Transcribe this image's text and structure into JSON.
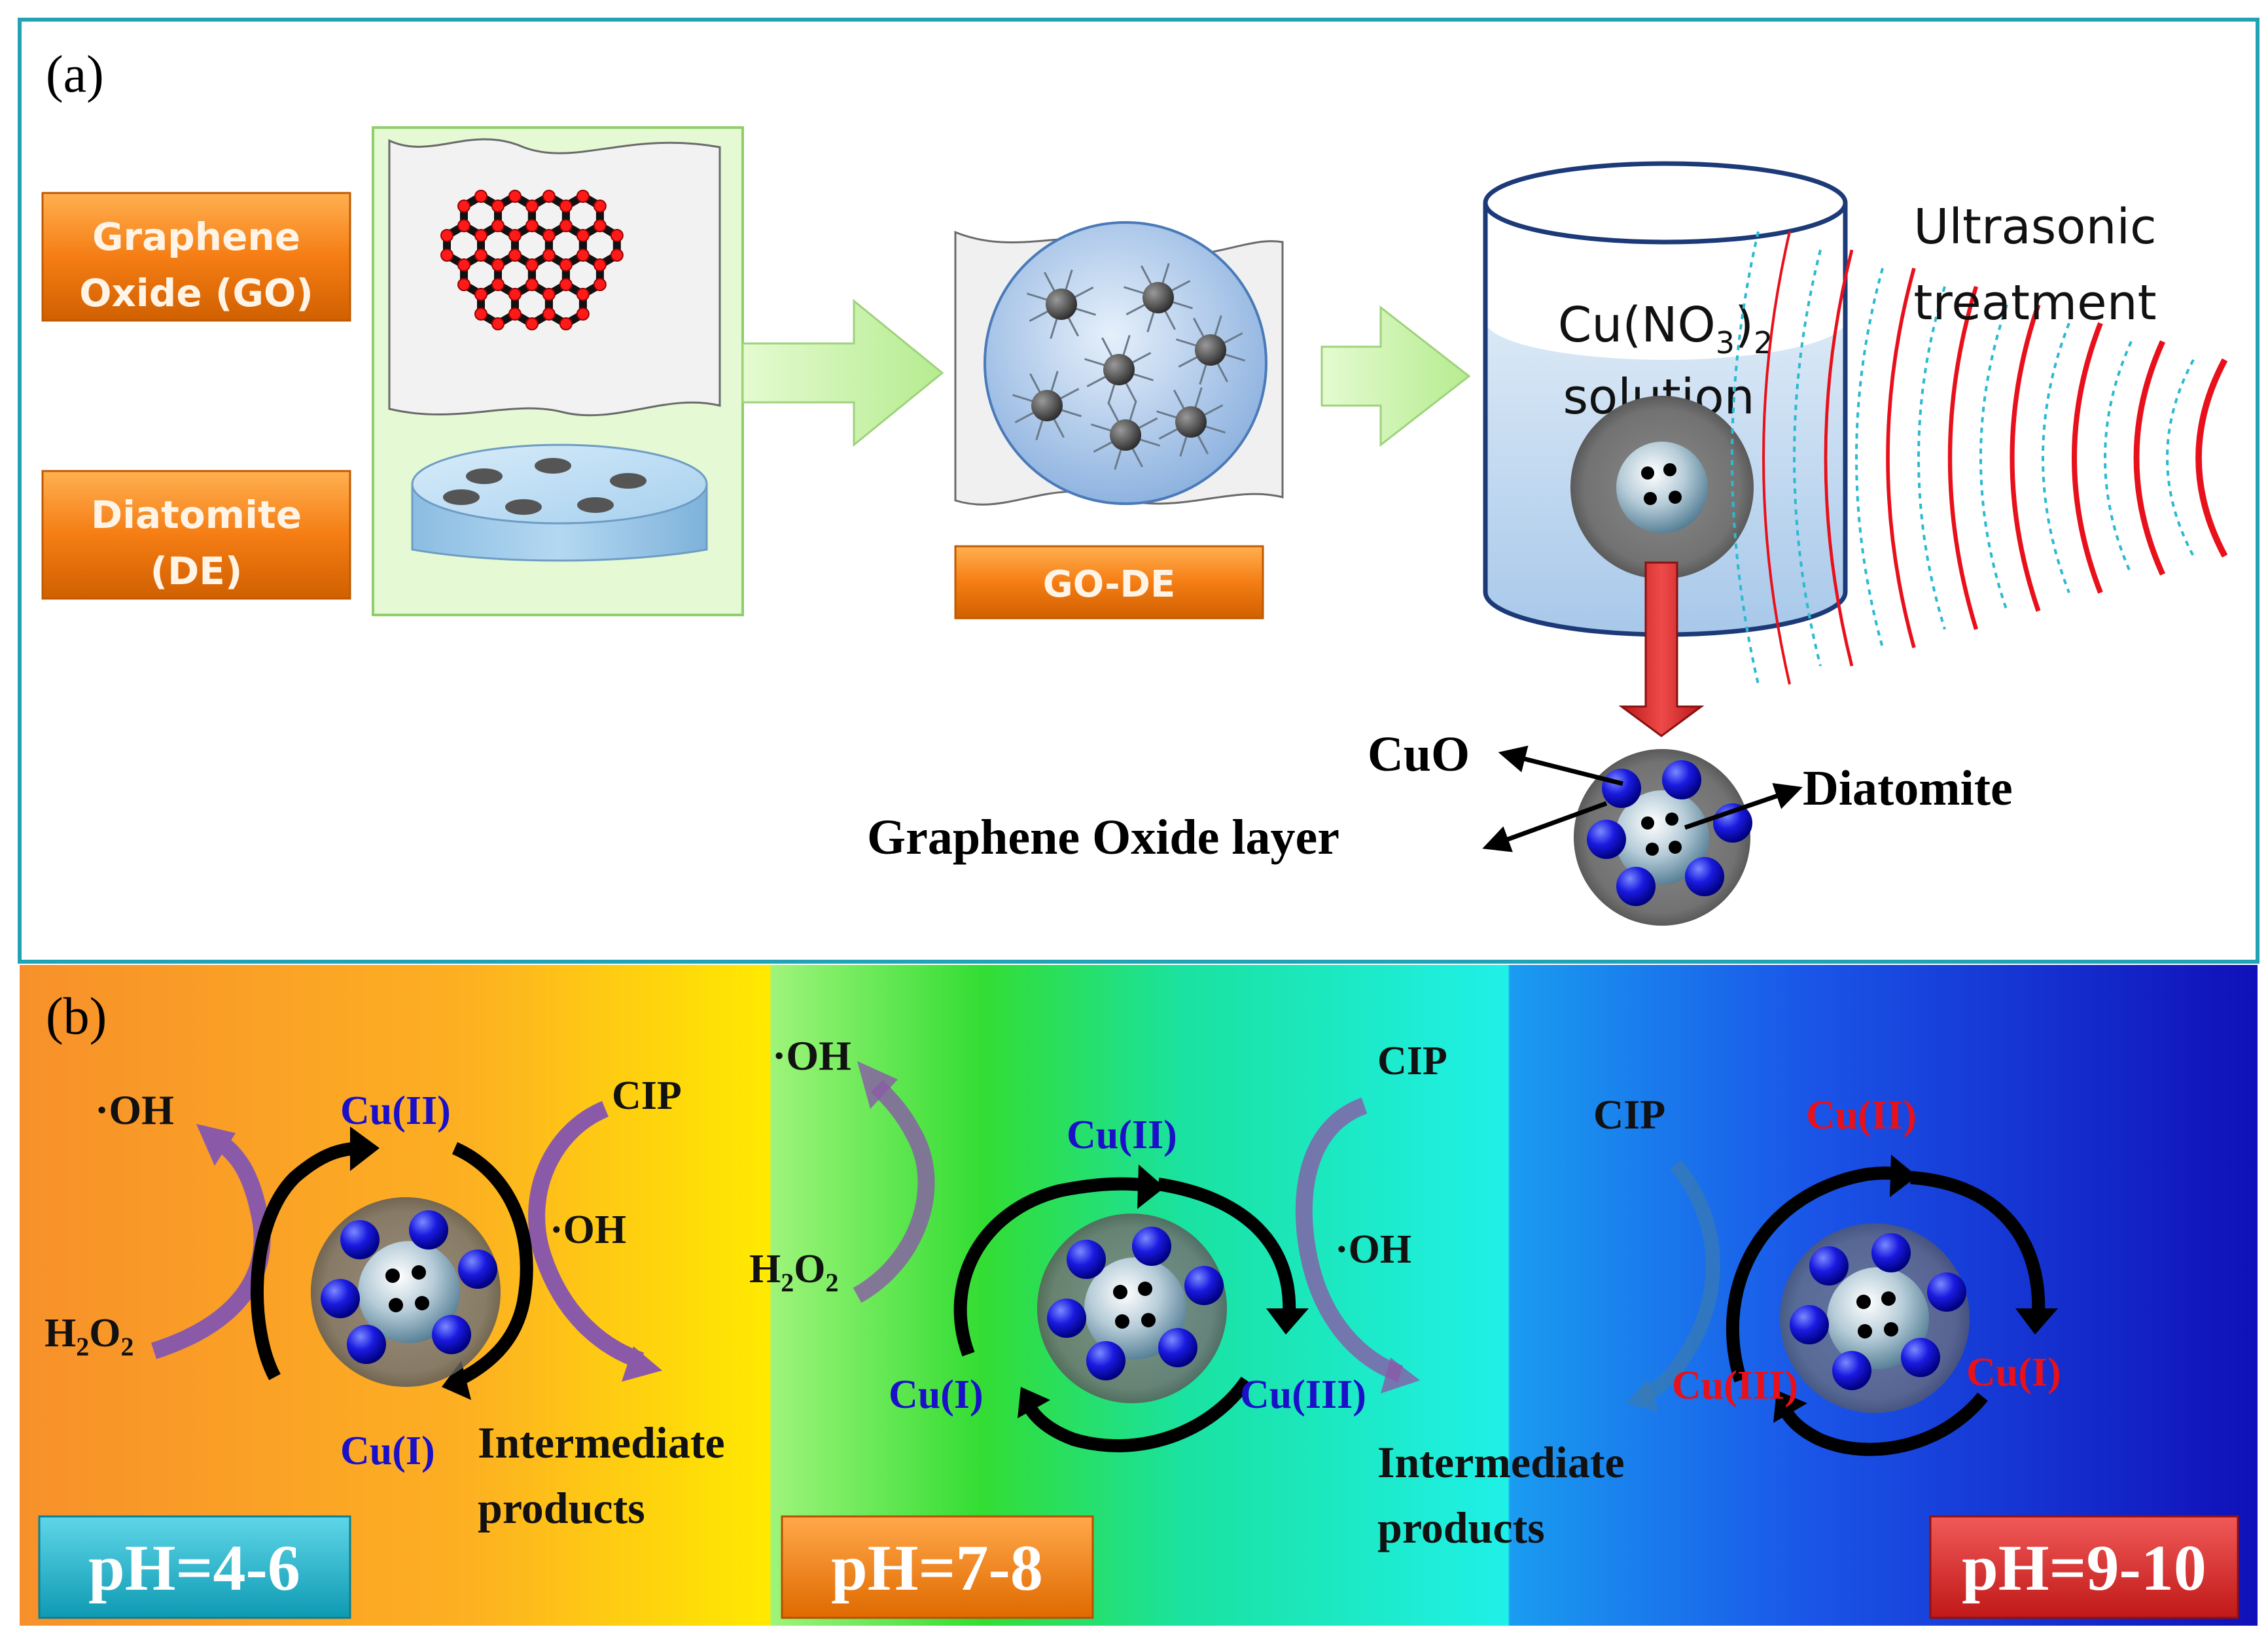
{
  "panel_a": {
    "label": "(a)",
    "box_go": [
      "Graphene",
      "Oxide (GO)"
    ],
    "box_de": [
      "Diatomite",
      "(DE)"
    ],
    "box_gode": "GO-DE",
    "beaker_text": {
      "line1_prefix": "Cu(NO",
      "sub3": "3",
      "line1_mid": ")",
      "sub2": "2",
      "line2": "solution"
    },
    "ultrasonic": [
      "Ultrasonic",
      "treatment"
    ],
    "label_cuo": "CuO",
    "label_diatomite": "Diatomite",
    "label_go_layer": "Graphene Oxide layer"
  },
  "panel_b": {
    "label": "(b)",
    "sections": [
      {
        "ph_label": "pH=4-6",
        "oh_top": "·OH",
        "h2o2": "H",
        "h2o2_sub": "2",
        "h2o2_o": "O",
        "h2o2_sub2": "2",
        "cu2": "Cu(II)",
        "cu1": "Cu(I)",
        "cip": "CIP",
        "oh_mid": "·OH",
        "intermediate": [
          "Intermediate",
          "products"
        ]
      },
      {
        "ph_label": "pH=7-8",
        "oh_top": "·OH",
        "h2o2": "H",
        "h2o2_sub": "2",
        "h2o2_o": "O",
        "h2o2_sub2": "2",
        "cu2": "Cu(II)",
        "cu1": "Cu(I)",
        "cu3": "Cu(III)",
        "cip": "CIP",
        "oh_mid": "·OH",
        "intermediate": [
          "Intermediate",
          "products"
        ]
      },
      {
        "ph_label": "pH=9-10",
        "cip": "CIP",
        "cu2": "Cu(II)",
        "cu3": "Cu(III)",
        "cu1": "Cu(I)"
      }
    ]
  },
  "colors": {
    "frame_teal": "#1fa3b5",
    "orange_box": "#f57d14",
    "arrow_green": "#c4f0a4",
    "cu_blue_text": "#1a10c8",
    "cu_red_text": "#e8101a",
    "purple_arrow": "#8a5aa8",
    "ph_teal": "#18b6cc",
    "ph_orange": "#f07d12",
    "ph_red": "#d81e22"
  }
}
